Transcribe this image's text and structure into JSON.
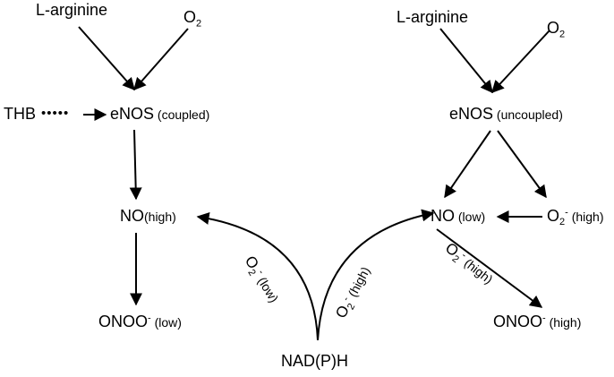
{
  "left": {
    "substrate": "L-arginine",
    "oxygen": {
      "base": "O",
      "sub": "2"
    },
    "cofactor": "THB",
    "dots": "•••••",
    "enzyme": "eNOS",
    "enzyme_state": " (coupled)",
    "no": "NO",
    "no_level": "(high)",
    "peroxynitrite": {
      "base": "ONOO",
      "sup": "-",
      "level": " (low)"
    }
  },
  "right": {
    "substrate": "L-arginine",
    "oxygen": {
      "base": "O",
      "sub": "2"
    },
    "enzyme": "eNOS",
    "enzyme_state": " (uncoupled)",
    "no": "NO",
    "no_level": " (low)",
    "superoxide": {
      "base": "O",
      "sub": "2",
      "sup": "-",
      "level": " (high)"
    },
    "peroxynitrite": {
      "base": "ONOO",
      "sup": "-",
      "level": " (high)"
    },
    "arrow_label": {
      "base": "O",
      "sub": "2",
      "sup": "-",
      "level": " (high)"
    }
  },
  "center": {
    "source": "NAD(P)H",
    "left_label": {
      "base": "O",
      "sub": "2",
      "sup": "-",
      "level": " (low)"
    },
    "right_label": {
      "base": "O",
      "sub": "2",
      "sup": "-",
      "level": " (high)"
    }
  },
  "colors": {
    "stroke": "#000000",
    "background": "#ffffff"
  }
}
